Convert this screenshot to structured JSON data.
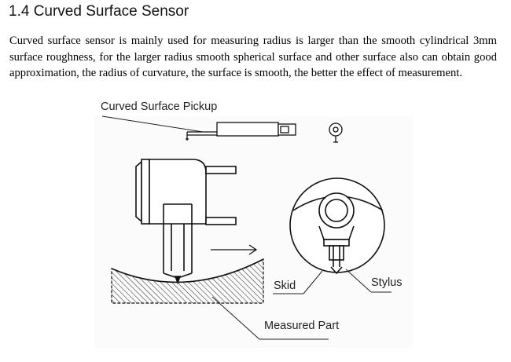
{
  "section": {
    "title": "1.4  Curved Surface Sensor",
    "paragraph": "Curved surface sensor is mainly used for measuring radius is larger than the smooth cylindrical 3mm surface roughness, for the larger radius smooth spherical surface and other surface also can obtain good approximation, the radius of curvature, the surface is smooth, the better the effect of measurement."
  },
  "figure": {
    "labels": {
      "pickup": "Curved Surface Pickup",
      "skid": "Skid",
      "stylus": "Stylus",
      "measured_part": "Measured Part"
    }
  }
}
